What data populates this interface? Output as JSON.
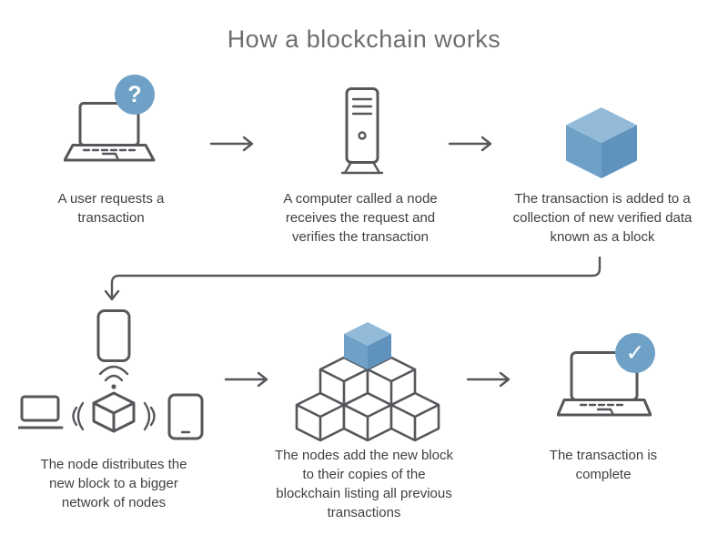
{
  "title": "How a blockchain works",
  "colors": {
    "accent_blue": "#6FA1C6",
    "accent_blue_light": "#93BBD9",
    "accent_blue_dark": "#5F93BE",
    "outline_gray": "#56575B",
    "text_gray": "#414042",
    "title_gray": "#6d6e71"
  },
  "badges": {
    "question": "?",
    "check": "✓"
  },
  "steps": [
    {
      "icon": "laptop-question-icon",
      "caption": "A user requests a transaction"
    },
    {
      "icon": "server-node-icon",
      "caption": "A computer called a node receives the request and verifies the transaction"
    },
    {
      "icon": "block-cube-icon",
      "caption": "The transaction is added to a collection of new verified data known as a block"
    },
    {
      "icon": "network-devices-icon",
      "caption": "The node distributes the new block to a bigger network of nodes"
    },
    {
      "icon": "blockchain-pyramid-icon",
      "caption": "The nodes add the new block to their copies of the blockchain listing all previous transactions"
    },
    {
      "icon": "laptop-check-icon",
      "caption": "The transaction is complete"
    }
  ]
}
